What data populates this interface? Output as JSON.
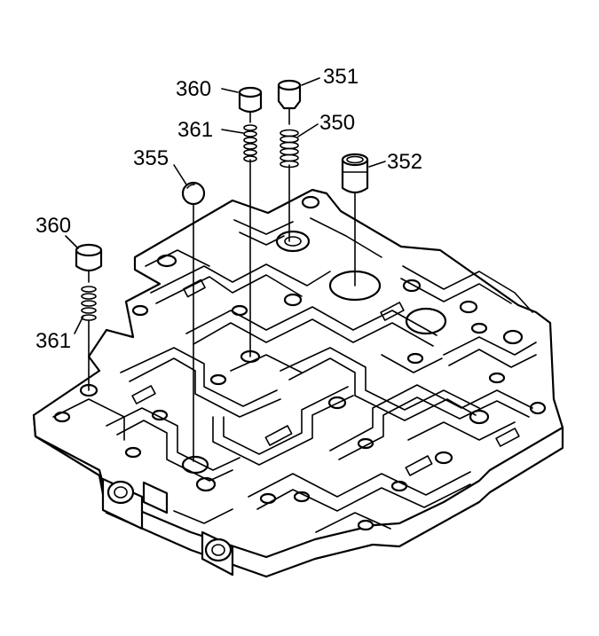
{
  "colors": {
    "line": "#000000",
    "background": "#ffffff"
  },
  "callouts": {
    "c360_top": "360",
    "c351": "351",
    "c361_top": "361",
    "c350": "350",
    "c355": "355",
    "c352": "352",
    "c360_left": "360",
    "c361_left": "361"
  }
}
